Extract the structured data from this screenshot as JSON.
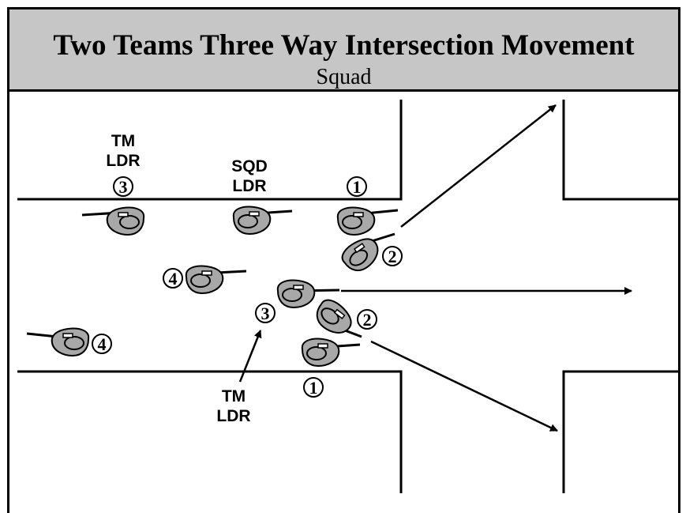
{
  "header": {
    "title": "Two Teams Three Way Intersection Movement",
    "subtitle": "Squad"
  },
  "labels": {
    "tm_ldr_top_line1": "TM",
    "tm_ldr_top_line2": "LDR",
    "sqd_ldr_line1": "SQD",
    "sqd_ldr_line2": "LDR",
    "tm_ldr_bottom_line1": "TM",
    "tm_ldr_bottom_line2": "LDR"
  },
  "soldier_numbers": {
    "top_3": "3",
    "top_1": "1",
    "top_2": "2",
    "mid_4": "4",
    "mid_3": "3",
    "mid_2": "2",
    "left_4": "4",
    "bottom_1": "1"
  },
  "colors": {
    "header_bg": "#c6c6c6",
    "soldier_fill": "#a8a8a8",
    "line": "#000000"
  }
}
